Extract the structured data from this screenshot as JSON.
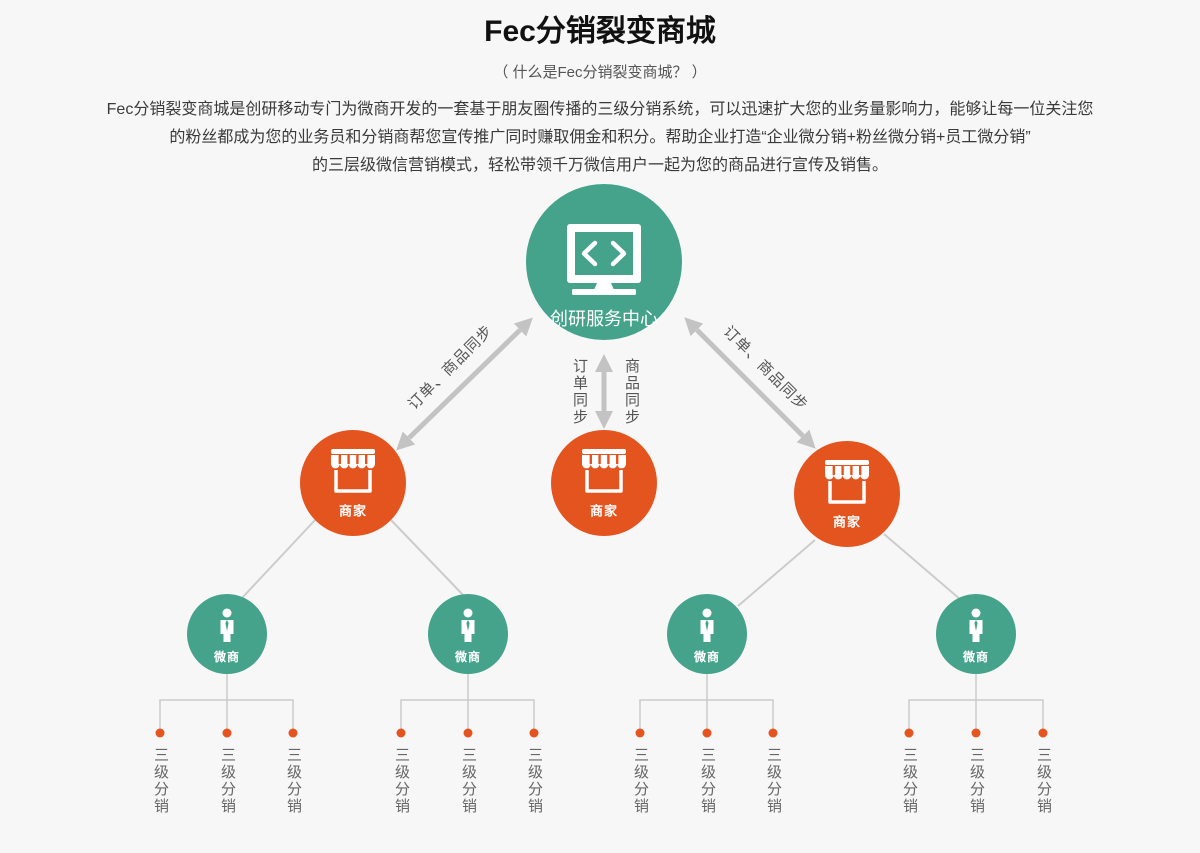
{
  "header": {
    "title": "Fec分销裂变商城",
    "subtitle": "（ 什么是Fec分销裂变商城？ ）",
    "intro": [
      "Fec分销裂变商城是创研移动专门为微商开发的一套基于朋友圈传播的三级分销系统，可以迅速扩大您的业务量影响力，能够让每一位关注您",
      "的粉丝都成为您的业务员和分销商帮您宣传推广同时赚取佣金和积分。帮助企业打造“企业微分销+粉丝微分销+员工微分销”",
      "的三层级微信营销模式，轻松带领千万微信用户一起为您的商品进行宣传及销售。"
    ]
  },
  "diagram": {
    "center_node": {
      "label": "创研服务中心",
      "icon": "monitor-code-icon"
    },
    "sync_labels": {
      "left": "订单、商品同步",
      "center_order": "订单同步",
      "center_goods": "商品同步",
      "right": "订单、商品同步"
    },
    "merchants": [
      {
        "label": "商家",
        "icon": "shop-icon",
        "micro_merchants": [
          {
            "label": "微商",
            "icon": "person-icon",
            "distributors": [
              "三级分销",
              "三级分销",
              "三级分销"
            ]
          },
          {
            "label": "微商",
            "icon": "person-icon",
            "distributors": [
              "三级分销",
              "三级分销",
              "三级分销"
            ]
          }
        ]
      },
      {
        "label": "商家",
        "icon": "shop-icon",
        "micro_merchants": []
      },
      {
        "label": "商家",
        "icon": "shop-icon",
        "micro_merchants": [
          {
            "label": "微商",
            "icon": "person-icon",
            "distributors": [
              "三级分销",
              "三级分销",
              "三级分销"
            ]
          },
          {
            "label": "微商",
            "icon": "person-icon",
            "distributors": [
              "三级分销",
              "三级分销",
              "三级分销"
            ]
          }
        ]
      }
    ]
  },
  "colors": {
    "background": "#f7f7f7",
    "node_teal": "#45a38b",
    "node_orange": "#e4541f",
    "arrow": "#c3c3c3",
    "connector": "#cccccc",
    "title_text": "#111111",
    "body_text": "#3a3a3a",
    "label_text": "#555555"
  }
}
